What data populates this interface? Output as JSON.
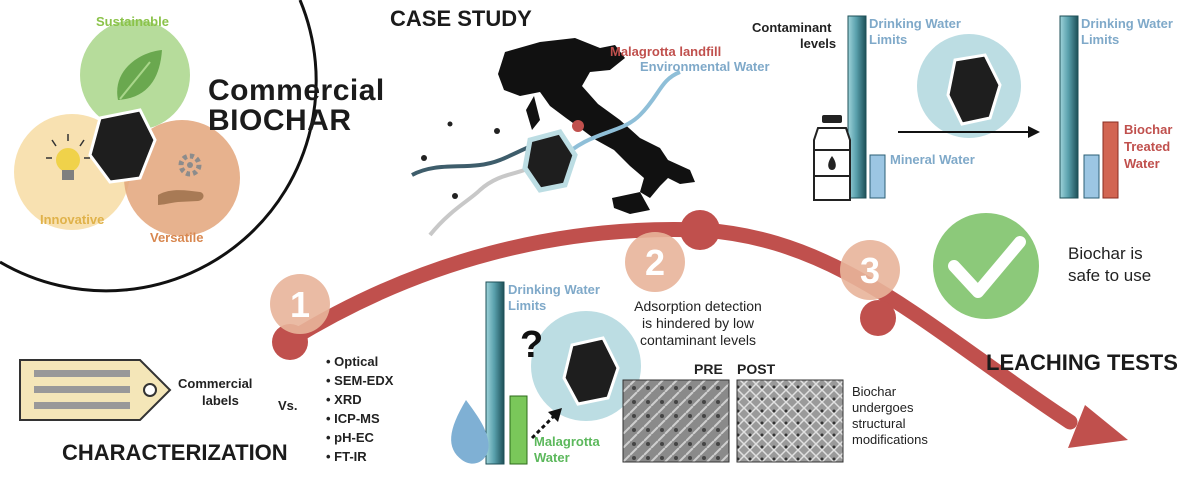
{
  "biochar": {
    "title_line1": "Commercial",
    "title_line2": "BIOCHAR",
    "properties": [
      "Sustainable",
      "Innovative",
      "Versatile"
    ]
  },
  "case_study": {
    "heading": "CASE STUDY",
    "site": "Malagrotta landfill",
    "water": "Environmental Water"
  },
  "contaminant_panel": {
    "label_line1": "Contaminant",
    "label_line2": "levels",
    "limit_label_left_1": "Drinking Water",
    "limit_label_left_2": "Limits",
    "limit_label_right_1": "Drinking Water",
    "limit_label_right_2": "Limits",
    "mineral_water": "Mineral Water",
    "treated_1": "Biochar",
    "treated_2": "Treated",
    "treated_3": "Water"
  },
  "steps": [
    "1",
    "2",
    "3"
  ],
  "characterization": {
    "heading": "CHARACTERIZATION",
    "labels_1": "Commercial",
    "labels_2": "labels",
    "vs": "Vs.",
    "methods": [
      "Optical",
      "SEM-EDX",
      "XRD",
      "ICP-MS",
      "pH-EC",
      "FT-IR"
    ]
  },
  "adsorption": {
    "limit_1": "Drinking Water",
    "limit_2": "Limits",
    "question": "?",
    "water_1": "Malagrotta",
    "water_2": "Water",
    "note_1": "Adsorption detection",
    "note_2": "is hindered by low",
    "note_3": "contaminant levels",
    "pre": "PRE",
    "post": "POST",
    "structural_1": "Biochar",
    "structural_2": "undergoes",
    "structural_3": "structural",
    "structural_4": "modifications"
  },
  "leaching": {
    "heading": "LEACHING TESTS",
    "safe_1": "Biochar is",
    "safe_2": "safe to use"
  },
  "colors": {
    "arrow": "#c0504d",
    "step_circle": "#e8b49a",
    "water_blue": "#7fa9c9",
    "circle_blue": "#bcdde3",
    "green_check": "#8cc97a",
    "biochar_black": "#1e1e1e"
  }
}
